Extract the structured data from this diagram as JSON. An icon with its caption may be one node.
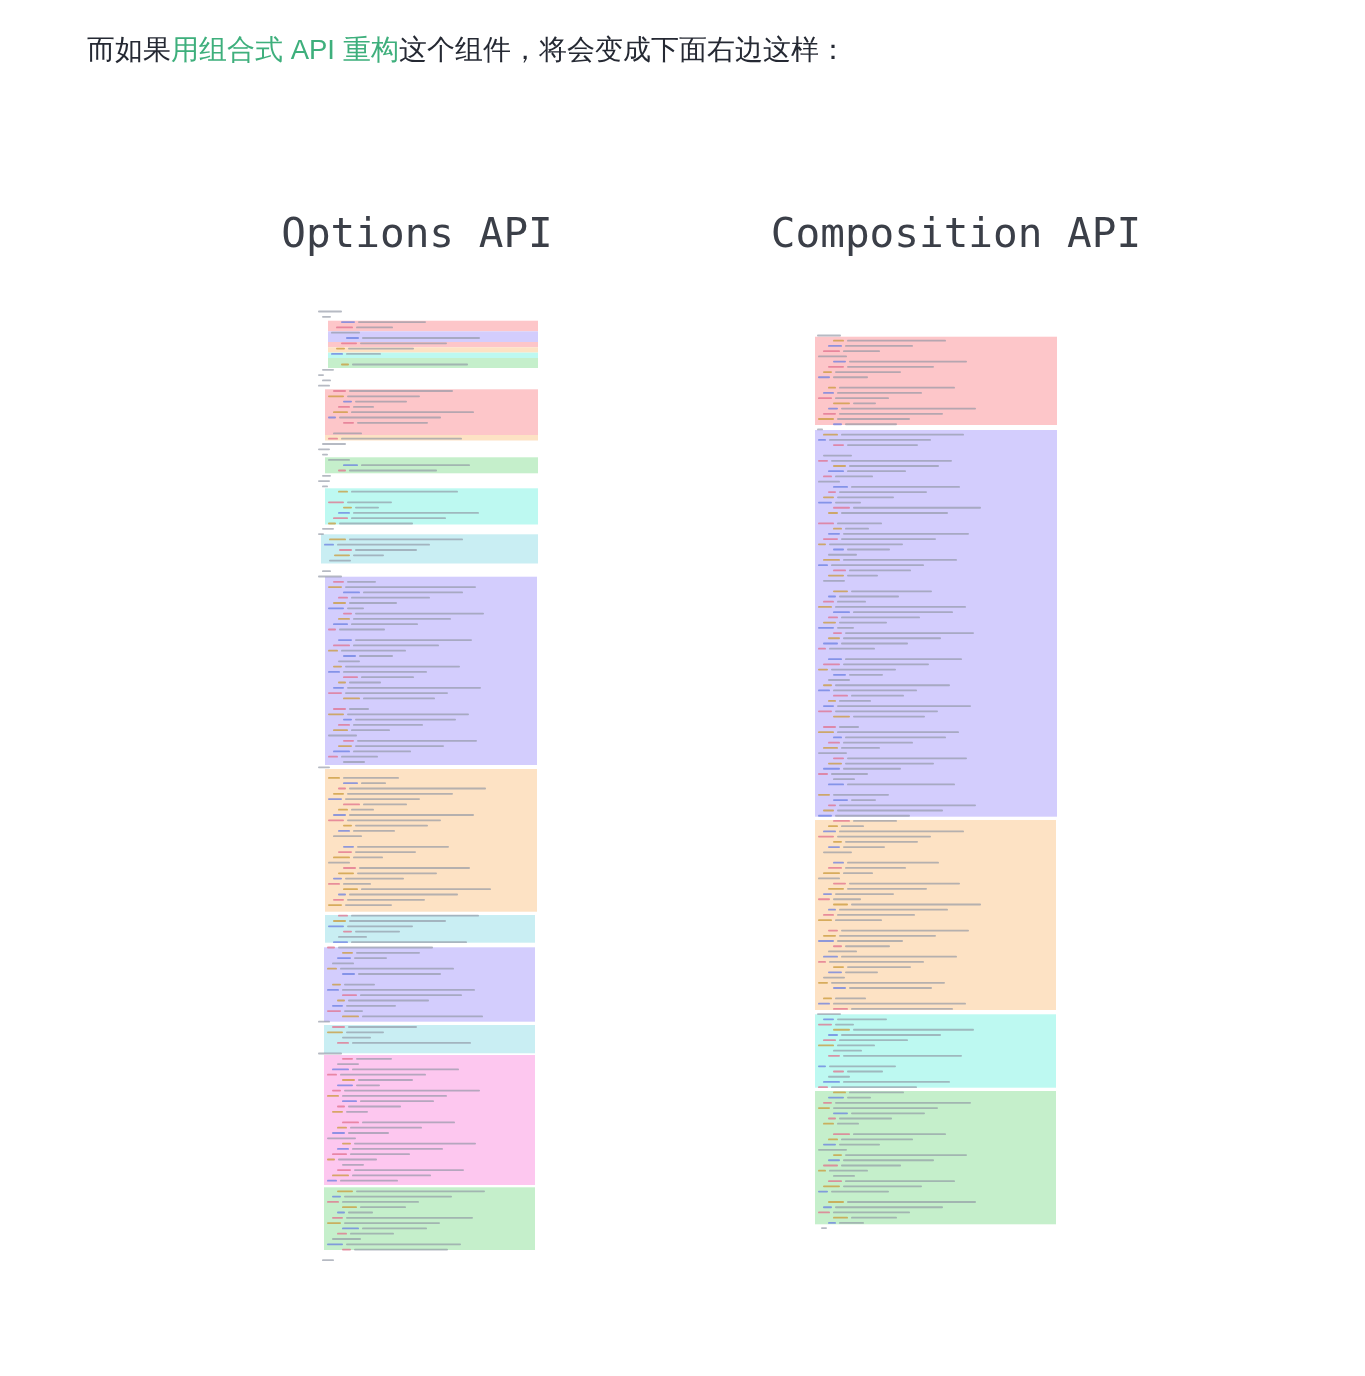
{
  "diagram": {
    "title": "而如果**用组合式 API 重构**这个组件，将会变成下面右边这样：",
    "labels": [
      "Options API",
      "Composition API"
    ]
  }
}
